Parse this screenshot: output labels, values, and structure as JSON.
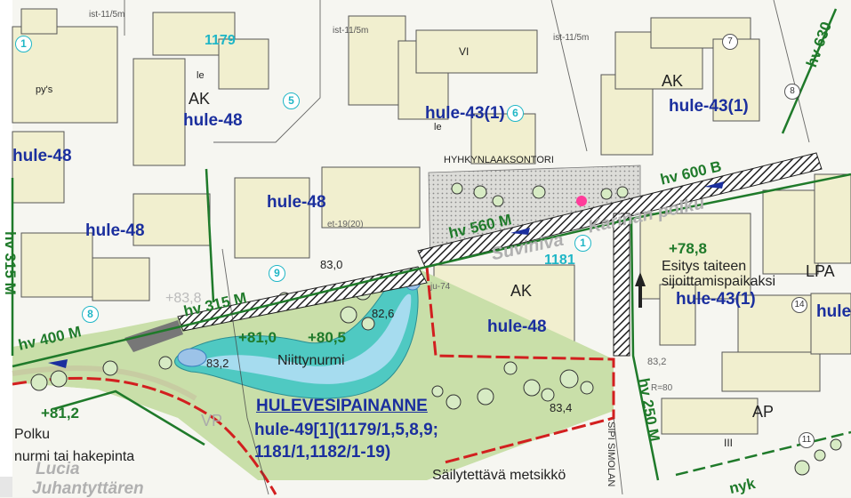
{
  "labels": {
    "hule48_a": "hule-48",
    "hule48_b": "hule-48",
    "hule48_c": "hule-48",
    "hule48_d": "hule-48",
    "hule48_e": "hule-48",
    "hule43_a": "hule-43(1)",
    "hule43_b": "hule-43(1)",
    "hule43_c": "hule-43(1)",
    "hule_partial": "hule",
    "hulevesi": "HULEVESIPAINANNE",
    "hule49_1": "hule-49[1](1179/1,5,8,9;",
    "hule49_2": "1181/1,1182/1-19)",
    "niittynurmi": "Niittynurmi",
    "polku": "Polku",
    "nurmi": "nurmi tai hakepinta",
    "sailytettava": "Säilytettävä metsikkö",
    "esitys1": "Esitys taiteen",
    "esitys2": "sijoittamispaikaksi",
    "tori": "HYHKYNLAAKSONTORI",
    "street1": "Suviniva",
    "street2": "Karinan polku",
    "lucia": "Lucia",
    "juhan": "Juhantyttären",
    "sipisimola": "SIPI SIMOLAN",
    "ak1": "AK",
    "ak2": "AK",
    "ak3": "AK",
    "ap": "AP",
    "lpa": "LPA",
    "le1": "le",
    "le2": "le",
    "pys": "py's",
    "vi": "VI",
    "iii": "III",
    "vp": "VP"
  },
  "elevations": {
    "e1": "+81,0",
    "e2": "+80,5",
    "e3": "+81,2",
    "e4": "+78,8",
    "e5": "+83,8",
    "s1": "83,0",
    "s2": "82,6",
    "s3": "83,2",
    "s4": "83,4",
    "s5": "83,2"
  },
  "pipes": {
    "hv400": "hv 400 M",
    "hv315a": "hv 315 M",
    "hv315b": "hv 315 M",
    "hv560": "hv 560 M",
    "hv600": "hv 600 B",
    "hv250": "hv 250 M",
    "hv630": "hv 630",
    "nyk": "nyk"
  },
  "plots": {
    "p1179": "1179",
    "p1181": "1181",
    "c1": "1",
    "c5": "5",
    "c6": "6",
    "c8": "8",
    "c9": "9",
    "c1b": "1"
  },
  "small": {
    "ist1": "ist-11/5m",
    "ist2": "ist-11/5m",
    "ist3": "ist-11/5m",
    "g7": "7",
    "g8": "8",
    "g14": "14",
    "g11": "11",
    "r80": "R=80",
    "et19": "et-19(20)",
    "ju74": "ju-74"
  },
  "colors": {
    "building": "#f1efcf",
    "park_green": "#c9dfa9",
    "pond_cyan": "#4fc9c2",
    "pond_inner": "#a6dcef",
    "label_blue": "#1b2f9e",
    "pipe_green": "#1f7a2a",
    "border_red": "#d21f1f",
    "plot_cyan": "#1fb6c6"
  }
}
